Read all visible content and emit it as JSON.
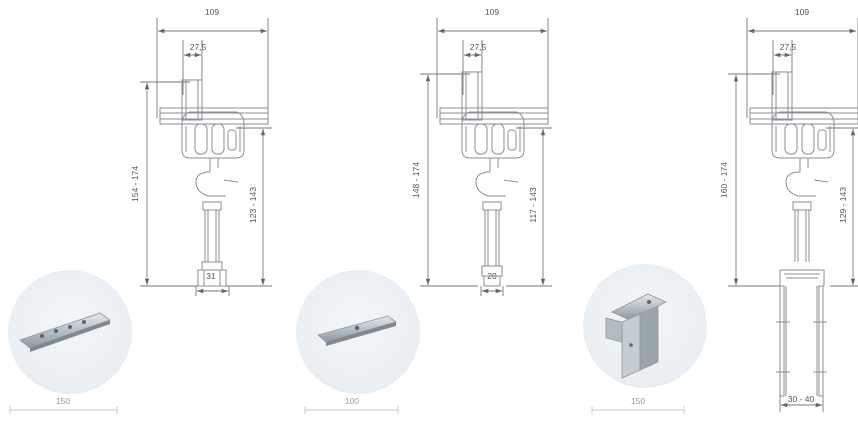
{
  "diagrams": [
    {
      "width_dim": "109",
      "offset_dim": "27,5",
      "total_height_dim": "154 - 174",
      "inner_height_dim": "123 - 143",
      "bottom_dim": "31"
    },
    {
      "width_dim": "109",
      "offset_dim": "27,5",
      "total_height_dim": "148 - 174",
      "inner_height_dim": "117 - 143",
      "bottom_dim": "20"
    },
    {
      "width_dim": "109",
      "offset_dim": "27,5",
      "total_height_dim": "160 - 174",
      "inner_height_dim": "129 - 143",
      "bottom_dim": "30 - 40"
    }
  ],
  "products": [
    {
      "scale_label": "150",
      "icon": "flat-connector-plate-icon"
    },
    {
      "scale_label": "100",
      "icon": "short-connector-plate-icon"
    },
    {
      "scale_label": "150",
      "icon": "angle-bracket-icon"
    }
  ],
  "colors": {
    "dimension_line": "#777777",
    "part_outline": "#8a8f94",
    "photo_background": "#eef2f5"
  }
}
